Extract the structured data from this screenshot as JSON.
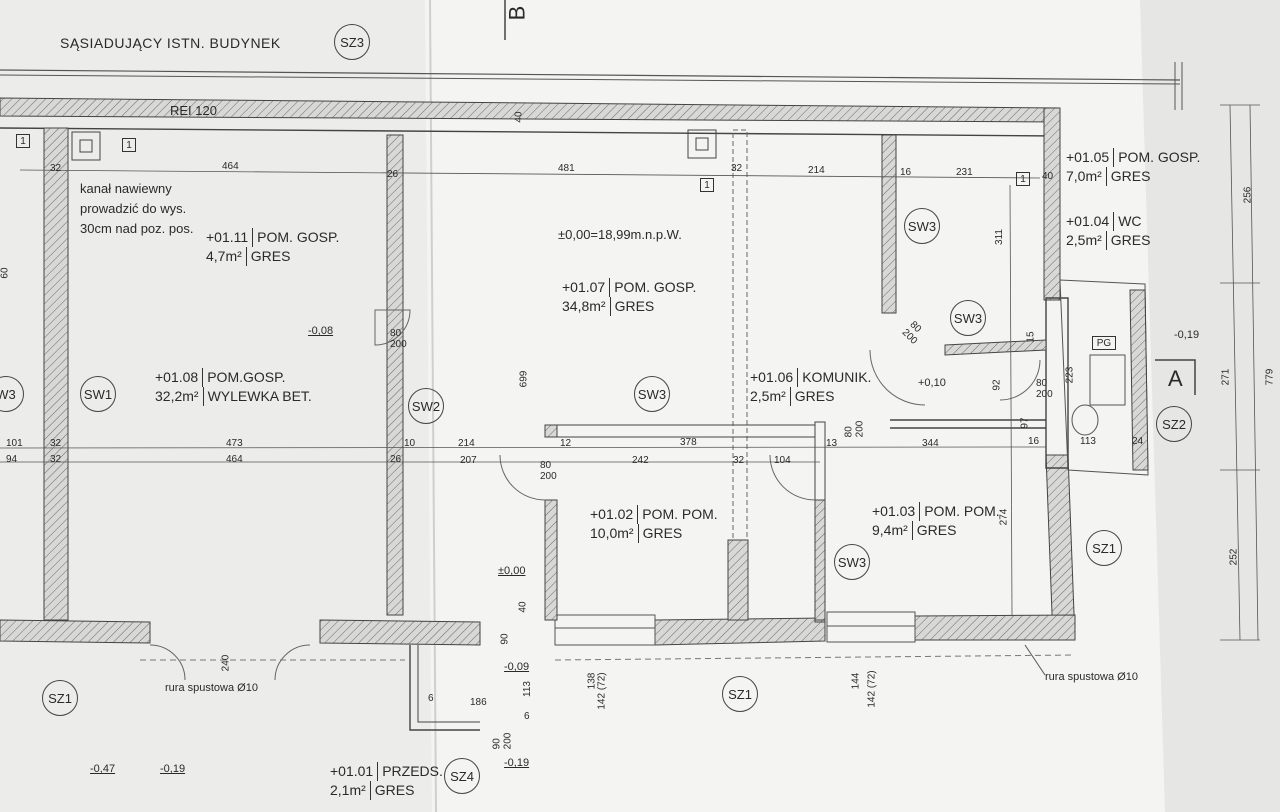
{
  "title": "SĄSIADUJĄCY ISTN. BUDYNEK",
  "fire_rating": "REI 120",
  "level_ref": "±0,00=18,99m.n.p.W.",
  "section_markers": [
    "B",
    "A"
  ],
  "note_vent": [
    "kanał nawiewny",
    "prowadzić  do wys.",
    "30cm nad poz. pos."
  ],
  "drain_label": "rura spustowa Ø10",
  "rooms": [
    {
      "id": "+01.11",
      "name": "POM. GOSP.",
      "area": "4,7m²",
      "finish": "GRES"
    },
    {
      "id": "+01.08",
      "name": "POM.GOSP.",
      "area": "32,2m²",
      "finish": "WYLEWKA BET."
    },
    {
      "id": "+01.07",
      "name": "POM. GOSP.",
      "area": "34,8m²",
      "finish": "GRES"
    },
    {
      "id": "+01.06",
      "name": "KOMUNIK.",
      "area": "2,5m²",
      "finish": "GRES"
    },
    {
      "id": "+01.05",
      "name": "POM. GOSP.",
      "area": "7,0m²",
      "finish": "GRES"
    },
    {
      "id": "+01.04",
      "name": "WC",
      "area": "2,5m²",
      "finish": "GRES"
    },
    {
      "id": "+01.02",
      "name": "POM. POM.",
      "area": "10,0m²",
      "finish": "GRES"
    },
    {
      "id": "+01.03",
      "name": "POM. POM.",
      "area": "9,4m²",
      "finish": "GRES"
    },
    {
      "id": "+01.01",
      "name": "PRZEDS.",
      "area": "2,1m²",
      "finish": "GRES"
    }
  ],
  "wall_tags": {
    "sz3": "SZ3",
    "sw1": "SW1",
    "sw2": "SW2",
    "sw3_left": "W3",
    "sw3_a": "SW3",
    "sw3_b": "SW3",
    "sw3_c": "SW3",
    "sw3_d": "SW3",
    "sz2": "SZ2",
    "sz1_right": "SZ1",
    "sz1_left": "SZ1",
    "sz1_mid": "SZ1",
    "sz4": "SZ4"
  },
  "levels": {
    "l1": "-0,08",
    "l2": "+0,10",
    "l3": "-0,19",
    "l4": "±0,00",
    "l5": "-0,09",
    "l6": "-0,19",
    "l7": "-0,47",
    "l8": "-0,19"
  },
  "dims": {
    "d464a": "464",
    "d481": "481",
    "d214a": "214",
    "d231": "231",
    "d16a": "16",
    "d40a": "40",
    "d32a": "32",
    "d26a": "26",
    "d32b": "32",
    "d311": "311",
    "d15": "15",
    "d92": "92",
    "d223": "223",
    "d473": "473",
    "d464b": "464",
    "d101": "101",
    "d94": "94",
    "d32c": "32",
    "d32d": "32",
    "d10": "10",
    "d26b": "26",
    "d214b": "214",
    "d207": "207",
    "d12": "12",
    "d378": "378",
    "d242": "242",
    "d32e": "32",
    "d13": "13",
    "d104": "104",
    "d344": "344",
    "d16b": "16",
    "d113a": "113",
    "d24": "24",
    "d274": "274",
    "d699": "699",
    "d256": "256",
    "d271": "271",
    "d779": "779",
    "d252": "252",
    "door80200a": "80\n200",
    "door80200b": "80\n200",
    "door80200c": "80\n200",
    "door80200d": "80\n200",
    "door80200e": "80\n200",
    "door90200": "90\n200",
    "d40b": "40",
    "d90": "90",
    "d240": "240",
    "d186": "186",
    "d113b": "113",
    "d6a": "6",
    "d6b": "6",
    "d138": "138",
    "d14272a": "142 (72)",
    "d144": "144",
    "d14272b": "142 (72)",
    "d40c": "40",
    "d97": "97",
    "pg": "PG",
    "d1a": "1",
    "d1b": "1",
    "d1c": "1",
    "d1d": "1",
    "d60": "60"
  }
}
